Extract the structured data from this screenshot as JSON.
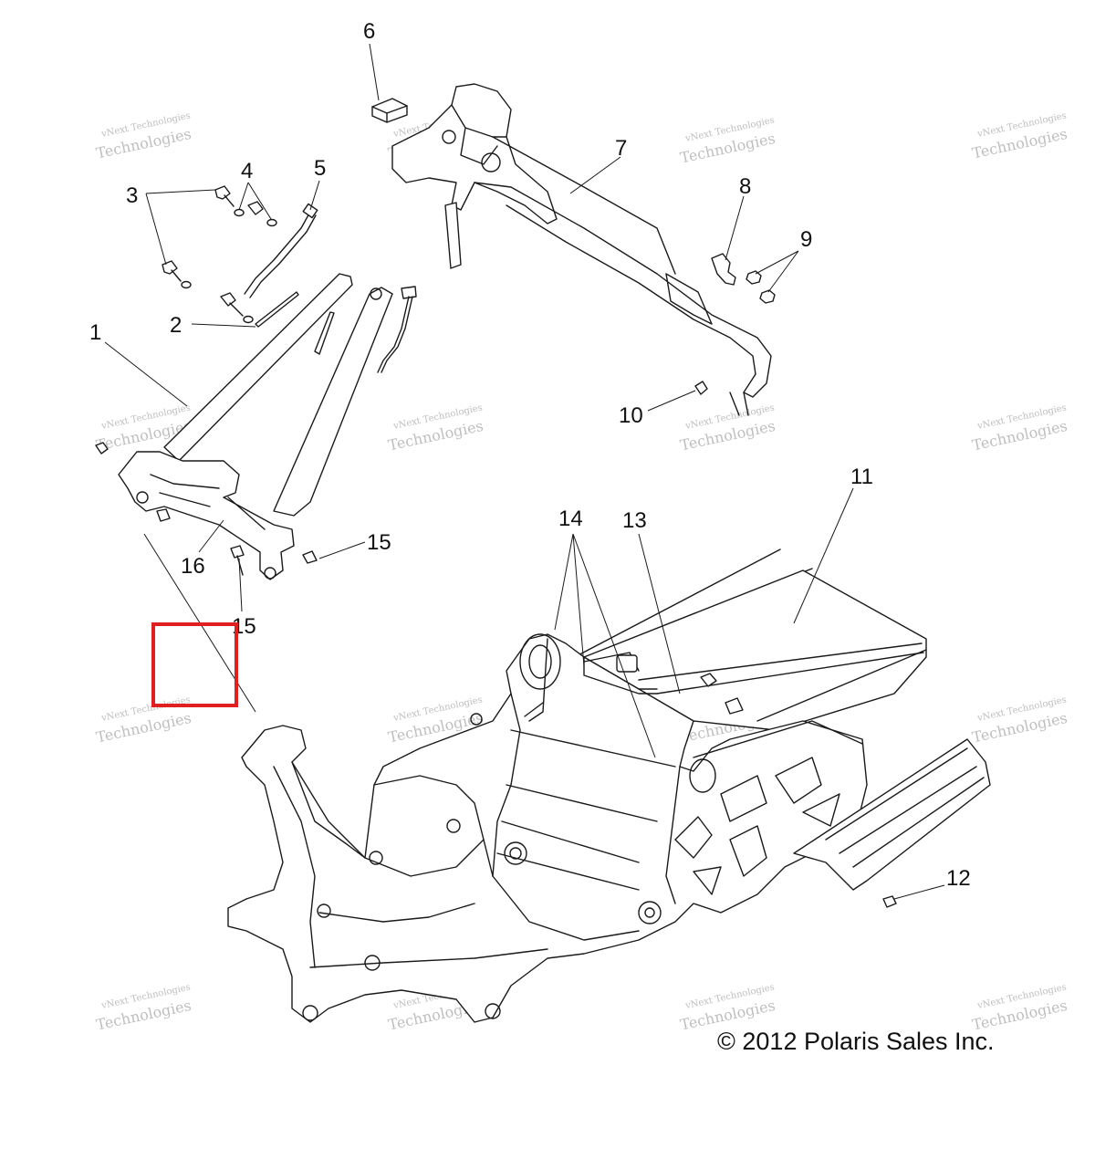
{
  "callouts": {
    "c1": "1",
    "c2": "2",
    "c3": "3",
    "c4": "4",
    "c5": "5",
    "c6": "6",
    "c7": "7",
    "c8": "8",
    "c9": "9",
    "c10": "10",
    "c11": "11",
    "c12": "12",
    "c13": "13",
    "c14": "14",
    "c15a": "15",
    "c15b": "15",
    "c16": "16"
  },
  "watermark": {
    "line1": "vNext Technologies",
    "line2": "Technologies"
  },
  "copyright": "© 2012 Polaris Sales Inc.",
  "colors": {
    "highlight": "#e02020",
    "line": "#1a1a1a"
  }
}
